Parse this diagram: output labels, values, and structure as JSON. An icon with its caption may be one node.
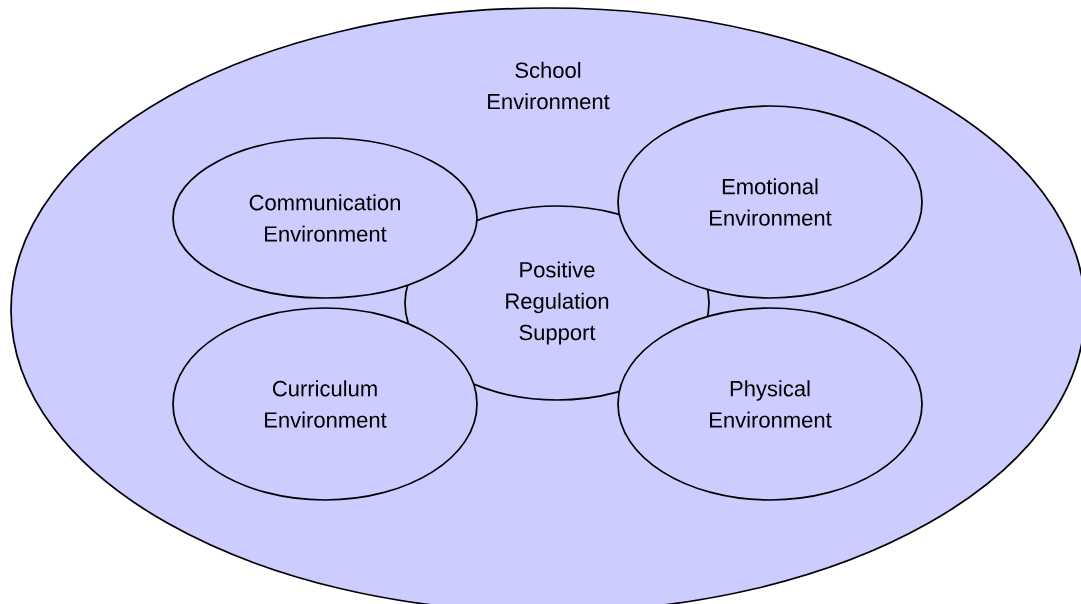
{
  "diagram": {
    "nodes": [
      {
        "text": [
          "School Environment"
        ]
      },
      {
        "text": [
          "Communication Environment"
        ],
        "in": 0
      },
      {
        "text": [
          "Emotional Environment"
        ],
        "in": 0
      },
      {
        "text": [
          "Positive Regulation Support"
        ],
        "in": 0
      },
      {
        "text": [
          "Curriculum Environment"
        ],
        "in": 0
      },
      {
        "text": [
          "Physical Environment"
        ],
        "in": 0
      }
    ],
    "edges": []
  }
}
